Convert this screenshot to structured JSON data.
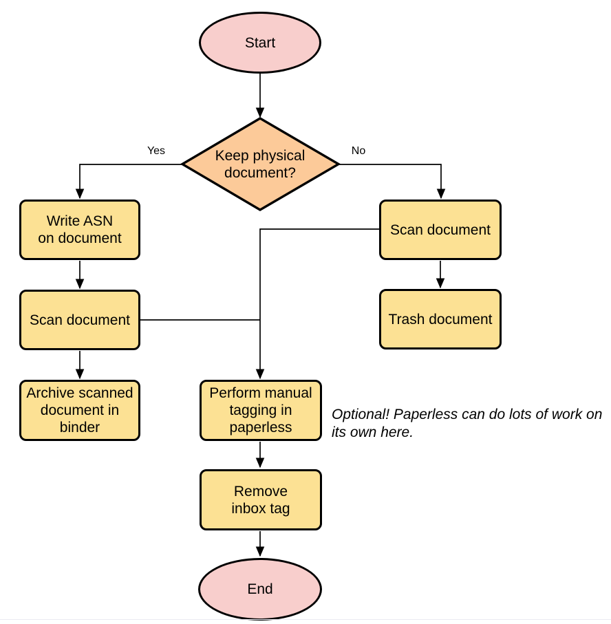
{
  "diagram": {
    "colors": {
      "terminal_fill": "#F8CECC",
      "decision_fill": "#FCCA99",
      "process_fill": "#FCE194",
      "stroke": "#000000"
    },
    "nodes": {
      "start": {
        "label": "Start"
      },
      "decision": {
        "label": "Keep physical\ndocument?"
      },
      "write_asn": {
        "label": "Write ASN\non document"
      },
      "scan_left": {
        "label": "Scan document"
      },
      "archive": {
        "label": "Archive scanned\ndocument in\nbinder"
      },
      "scan_right": {
        "label": "Scan document"
      },
      "trash": {
        "label": "Trash document"
      },
      "tagging": {
        "label": "Perform manual\ntagging in\npaperless"
      },
      "remove_tag": {
        "label": "Remove\ninbox tag"
      },
      "end": {
        "label": "End"
      }
    },
    "edge_labels": {
      "yes": "Yes",
      "no": "No"
    },
    "annotation": "Optional! Paperless can do lots of work on\nits own here."
  }
}
